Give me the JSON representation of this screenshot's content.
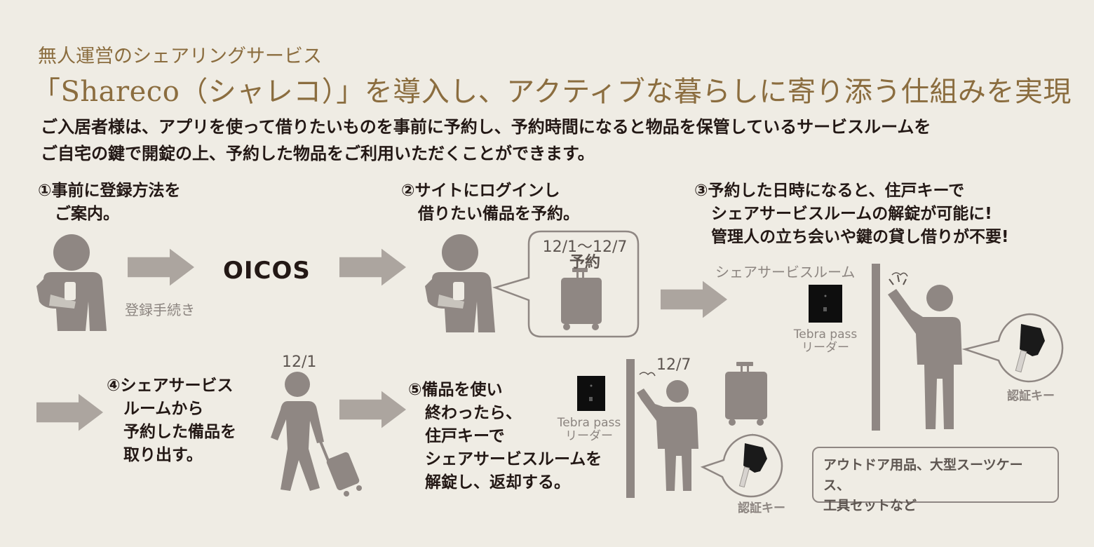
{
  "header": {
    "kicker": "無人運営のシェアリングサービス",
    "headline": "「Shareco（シャレコ）」を導入し、アクティブな暮らしに寄り添う仕組みを実現",
    "lead_line1": "ご入居者様は、アプリを使って借りたいものを事前に予約し、予約時間になると物品を保管しているサービスルームを",
    "lead_line2": "ご自宅の鍵で開錠の上、予約した物品をご利用いただくことができます。"
  },
  "steps": {
    "step1": {
      "line1": "①事前に登録方法を",
      "line2": "ご案内。"
    },
    "step2": {
      "line1": "②サイトにログインし",
      "line2": "借りたい備品を予約。"
    },
    "step3": {
      "line1": "③予約した日時になると、住戸キーで",
      "line2": "シェアサービスルームの解錠が可能に!",
      "line3": "管理人の立ち会いや鍵の貸し借りが不要!"
    },
    "step4": {
      "line1": "④シェアサービス",
      "line2": "ルームから",
      "line3": "予約した備品を",
      "line4": "取り出す。"
    },
    "step5": {
      "line1": "⑤備品を使い",
      "line2": "終わったら、",
      "line3": "住戸キーで",
      "line4": "シェアサービスルームを",
      "line5": "解錠し、返却する。"
    }
  },
  "labels": {
    "registration": "登録手続き",
    "brand": "OICOS",
    "reservation_dates": "12/1〜12/7",
    "reservation": "予約",
    "share_room": "シェアサービスルーム",
    "reader_name": "Tebra pass",
    "reader_sub": "リーダー",
    "key_label": "認証キー",
    "date_pickup": "12/1",
    "date_return": "12/7",
    "items_note_line1": "アウトドア用品、大型スーツケース、",
    "items_note_line2": "工具セットなど"
  },
  "colors": {
    "background": "#efece4",
    "accent_gold": "#8b6d3f",
    "figure_gray": "#8f8783",
    "arrow_gray": "#aca59f",
    "text_dark": "#231815"
  },
  "icons": [
    "person-phone-icon",
    "right-arrow-icon",
    "suitcase-icon",
    "card-reader-icon",
    "car-key-icon",
    "walking-person-icon",
    "knocking-person-icon",
    "door-wall-icon"
  ]
}
